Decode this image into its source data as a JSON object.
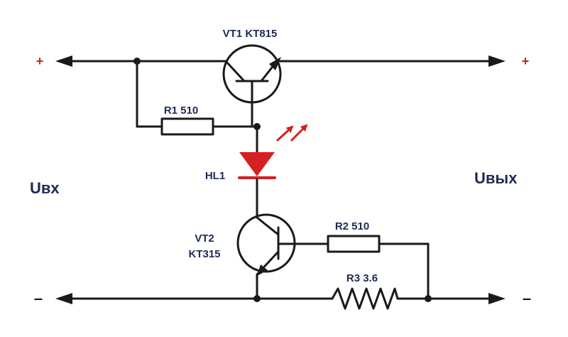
{
  "labels": {
    "vt1": "VT1 KT815",
    "r1": "R1 510",
    "hl1": "HL1",
    "vt2_line1": "VT2",
    "vt2_line2": "KT315",
    "r2": "R2 510",
    "r3": "R3 3.6",
    "u_in": "Uвх",
    "u_out": "Uвых",
    "plus_left": "+",
    "plus_right": "+",
    "minus_left": "–",
    "minus_right": "–"
  },
  "colors": {
    "wire": "#1a1a1a",
    "led": "#d42020",
    "text": "#1f2a56",
    "polarity": "#cc1f1f"
  }
}
